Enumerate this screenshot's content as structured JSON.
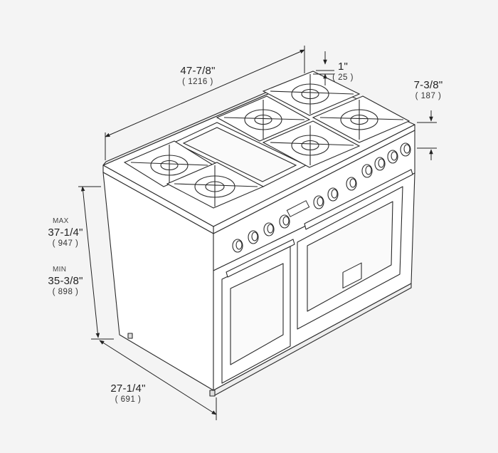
{
  "dimensions": {
    "width": {
      "imperial": "47-7/8\"",
      "metric": "1216"
    },
    "backguard": {
      "imperial": "1\"",
      "metric": "25"
    },
    "knob_depth": {
      "imperial": "7-3/8\"",
      "metric": "187"
    },
    "height_max": {
      "label": "MAX",
      "imperial": "37-1/4\"",
      "metric": "947"
    },
    "height_min": {
      "label": "MIN",
      "imperial": "35-3/8\"",
      "metric": "898"
    },
    "depth": {
      "imperial": "27-1/4\"",
      "metric": "691"
    }
  },
  "colors": {
    "background": "#f4f4f4",
    "line": "#2a2a2a",
    "fill": "#ffffff"
  },
  "icons": {
    "burner": "burner-icon",
    "griddle": "griddle-icon",
    "knob": "knob-icon"
  }
}
